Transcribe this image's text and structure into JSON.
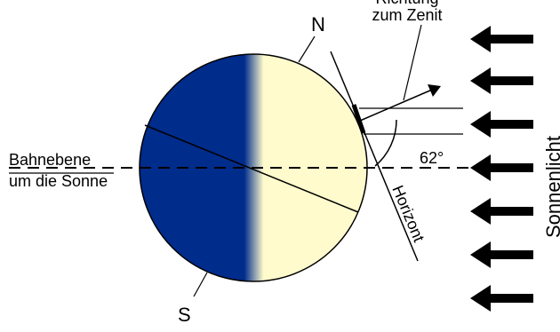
{
  "labels": {
    "north": "N",
    "south": "S",
    "zenith_line1": "Richtung",
    "zenith_line2": "zum Zenit",
    "horizon": "Horizont",
    "angle": "62°",
    "orbit_line1": "Bahnebene",
    "orbit_line2": "um die Sonne",
    "sunlight": "Sonnenlicht"
  },
  "colors": {
    "night": "#002c8c",
    "day": "#fffbcc",
    "outline": "#000000"
  },
  "icons": {
    "sunlight_arrow": "arrow-left-icon"
  }
}
